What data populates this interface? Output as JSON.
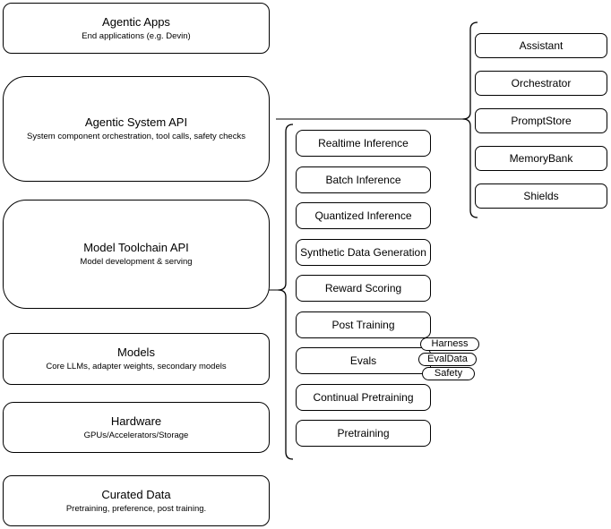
{
  "diagram": {
    "left_column": {
      "boxes": [
        {
          "title": "Agentic Apps",
          "subtitle": "End applications (e.g. Devin)"
        },
        {
          "title": "Agentic System API",
          "subtitle": "System component orchestration, tool calls, safety checks"
        },
        {
          "title": "Model Toolchain API",
          "subtitle": "Model development & serving"
        },
        {
          "title": "Models",
          "subtitle": "Core LLMs, adapter weights, secondary models"
        },
        {
          "title": "Hardware",
          "subtitle": "GPUs/Accelerators/Storage"
        },
        {
          "title": "Curated Data",
          "subtitle": "Pretraining, preference, post training."
        }
      ]
    },
    "toolchain_group": {
      "items": [
        "Realtime Inference",
        "Batch Inference",
        "Quantized Inference",
        "Synthetic Data Generation",
        "Reward Scoring",
        "Post Training",
        "Evals",
        "Continual Pretraining",
        "Pretraining"
      ],
      "eval_tags": [
        "Harness",
        "EvalData",
        "Safety"
      ]
    },
    "system_group": {
      "items": [
        "Assistant",
        "Orchestrator",
        "PromptStore",
        "MemoryBank",
        "Shields"
      ]
    },
    "colors": {
      "stroke": "#000000",
      "connector": "#7f7f7f",
      "background": "#ffffff"
    }
  }
}
